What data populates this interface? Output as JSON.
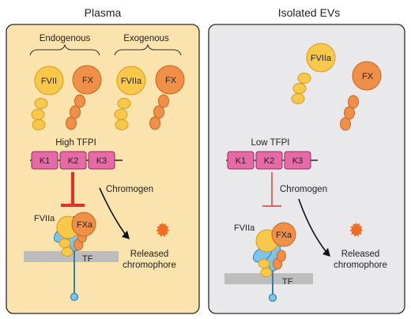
{
  "colors": {
    "plasma_bg": "#fbe3ad",
    "ev_bg": "#e9e9ec",
    "panel_border": "#2b2b2b",
    "factor_yellow": "#f7c84a",
    "factor_yellow_dark": "#d99a1f",
    "factor_orange": "#f09048",
    "factor_orange_dark": "#c9651e",
    "tfpi_domain": "#e56aa6",
    "tfpi_domain_dark": "#8f2f5d",
    "inhibit_red": "#e0312b",
    "tf_blue": "#7cc4ec",
    "tf_blue_dark": "#2f7fb5",
    "membrane": "#bdbdbd",
    "burst": "#f26b21"
  },
  "panels": {
    "plasma": {
      "title": "Plasma",
      "group_endogenous": "Endogenous",
      "group_exogenous": "Exogenous",
      "factor_fvii": "FVII",
      "factor_fx_1": "FX",
      "factor_fviia": "FVIIa",
      "factor_fx_2": "FX",
      "tfpi_label": "High TFPI",
      "domains": [
        "K1",
        "K2",
        "K3"
      ],
      "chromogen": "Chromogen",
      "complex_fviia": "FVIIa",
      "complex_fxa": "FXa",
      "complex_tf": "TF",
      "product_line1": "Released",
      "product_line2": "chromophore"
    },
    "evs": {
      "title": "Isolated EVs",
      "factor_fviia": "FVIIa",
      "factor_fx": "FX",
      "tfpi_label": "Low TFPI",
      "domains": [
        "K1",
        "K2",
        "K3"
      ],
      "chromogen": "Chromogen",
      "complex_fviia": "FVIIa",
      "complex_fxa": "FXa",
      "complex_tf": "TF",
      "product_line1": "Released",
      "product_line2": "chromophore"
    }
  }
}
